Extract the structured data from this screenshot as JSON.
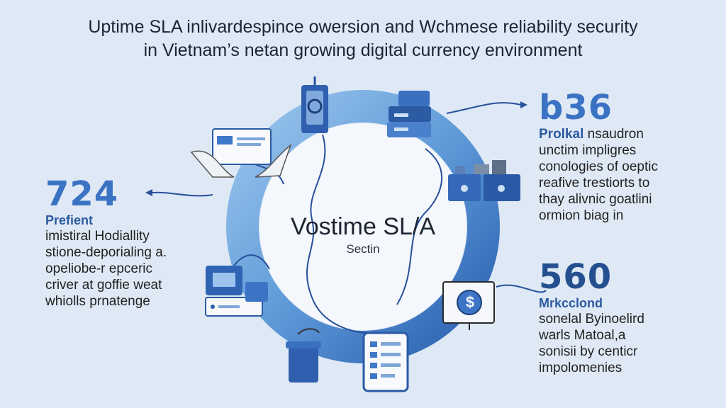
{
  "title": {
    "line1": "Uptime SLA inlivardespince owersion and Wchmese reliability security",
    "line2": "in Vietnam’s netan growing digital currency environment"
  },
  "center": {
    "title": "Vostime SL/A",
    "subtitle": "Sectin"
  },
  "stats": {
    "left": {
      "number": "724",
      "label": "Prefient",
      "desc": [
        "imistiral Hodiallity",
        "stione-deporialing a.",
        "opeliobe-r epceric",
        "criver at goffie weat",
        "whiolls prnatenge"
      ]
    },
    "right_top": {
      "number": "b36",
      "label": "Prolkal",
      "label_rest": "nsaudron",
      "desc": [
        "unctim impligres",
        "conologies of oeptic",
        "reafive trestiorts to",
        "thay alivnic goatlini",
        "ormion biag in"
      ]
    },
    "right_bottom": {
      "number": "560",
      "label": "Mrkcclond",
      "desc": [
        "sonelal Byinoelird",
        "warls Matoal,a",
        "sonisii by centicr",
        "impolomenies"
      ]
    }
  },
  "icons": {
    "dollar": "$"
  },
  "colors": {
    "background": "#dfe9f5",
    "ring_light": "#8dbbe8",
    "ring_dark": "#2f66b8",
    "accent": "#3b73c4"
  }
}
